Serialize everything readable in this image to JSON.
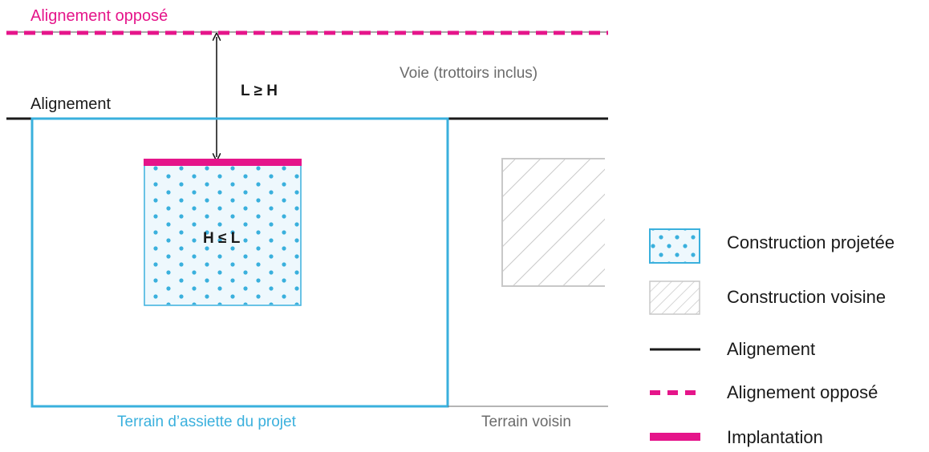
{
  "colors": {
    "magenta": "#e5158a",
    "blue": "#3ab0dd",
    "gray": "#c8c8c8",
    "black": "#1a1a1a",
    "gray_text": "#6b6b6b",
    "dots": "#3ab0dd",
    "fill_light": "#eef8fd"
  },
  "labels": {
    "alignement_oppose": "Alignement opposé",
    "voie": "Voie (trottoirs inclus)",
    "l_ge_h": "L ≥ H",
    "alignement": "Alignement",
    "h_le_l": "H ≤ L",
    "terrain_assiette": "Terrain d’assiette du projet",
    "terrain_voisin": "Terrain voisin"
  },
  "legend": [
    {
      "label": "Construction projetée"
    },
    {
      "label": "Construction voisine"
    },
    {
      "label": "Alignement"
    },
    {
      "label": "Alignement opposé"
    },
    {
      "label": "Implantation"
    }
  ]
}
